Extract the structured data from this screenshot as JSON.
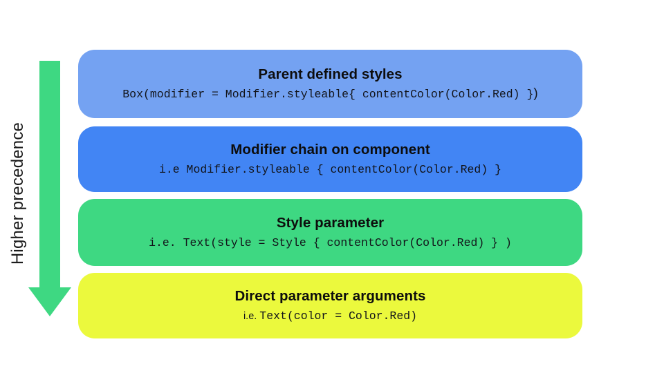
{
  "page": {
    "background": "#ffffff"
  },
  "arrow": {
    "label": "Higher precedence",
    "color": "#3ED882",
    "label_color": "#1c1c1c"
  },
  "boxes": [
    {
      "title": "Parent defined styles",
      "code": "Box(modifier = Modifier.styleable{ contentColor(Color.Red) }",
      "code_suffix": ")",
      "color": "#74A2F2"
    },
    {
      "title": "Modifier chain on component",
      "code": "i.e Modifier.styleable { contentColor(Color.Red) }",
      "color": "#4285F4"
    },
    {
      "title": "Style parameter",
      "code": "i.e. Text(style = Style { contentColor(Color.Red) } )",
      "color": "#3ED882"
    },
    {
      "title": "Direct parameter arguments",
      "code_prefix": "i.e.",
      "code": "Text(color = Color.Red)",
      "color": "#EBF93D"
    }
  ]
}
